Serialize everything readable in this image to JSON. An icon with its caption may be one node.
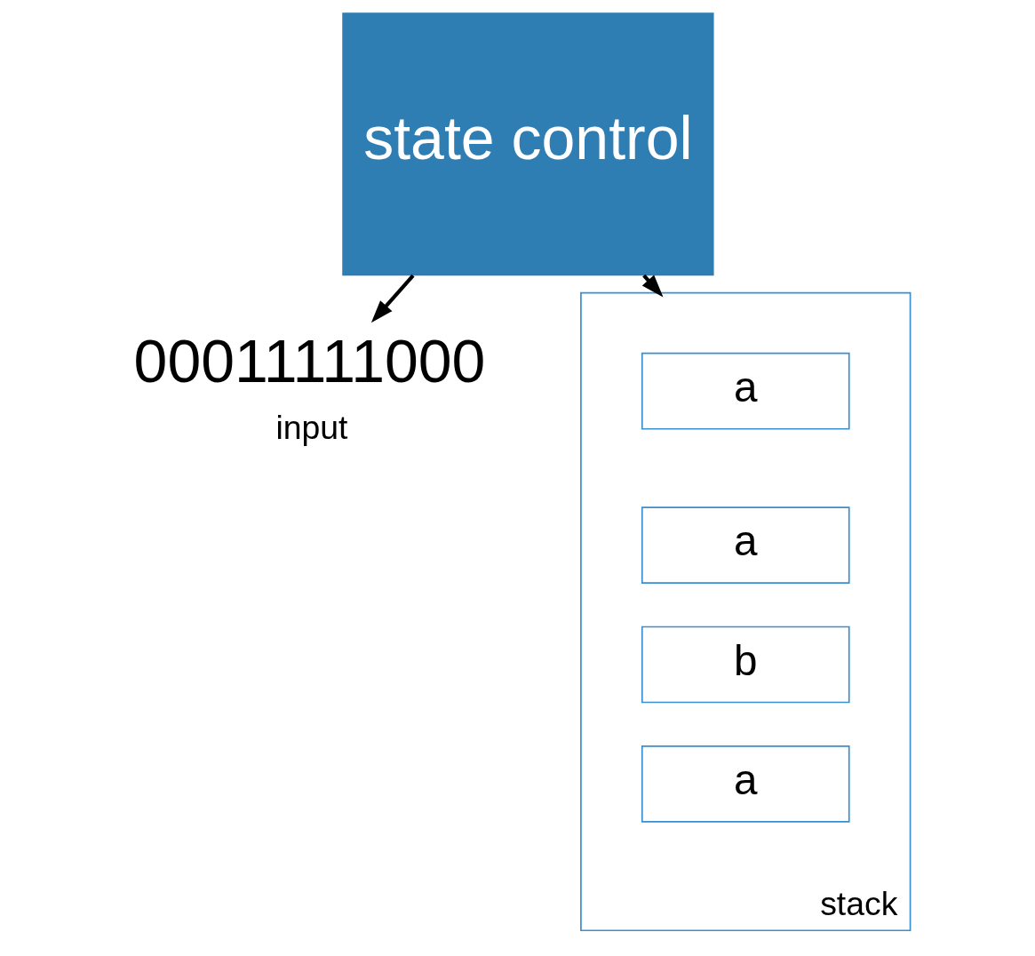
{
  "diagram": {
    "nodes": [
      {
        "text": [
          "state control"
        ]
      },
      {
        "text": [
          "00011111000"
        ],
        "beside": [
          "input"
        ]
      },
      {
        "text": [],
        "shape": "box",
        "beside": [
          "stack"
        ]
      },
      {
        "text": [
          "a"
        ],
        "in": 2
      },
      {
        "text": [
          "a"
        ],
        "in": 2
      },
      {
        "text": [
          "b"
        ],
        "in": 2
      },
      {
        "text": [
          "a"
        ],
        "in": 2
      }
    ],
    "edges": [
      {
        "from": 0,
        "to": 1,
        "arrow": "to"
      },
      {
        "from": 0,
        "to": 2,
        "arrow": "to"
      }
    ]
  }
}
